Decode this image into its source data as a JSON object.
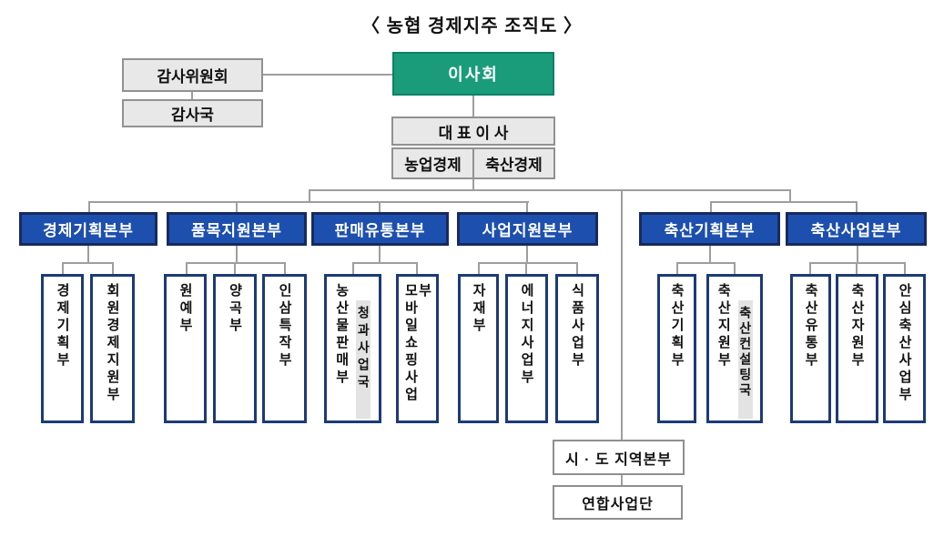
{
  "title": "〈 농협 경제지주 조직도 〉",
  "top": {
    "board": "이사회",
    "audit_committee": "감사위원회",
    "audit_bureau": "감사국",
    "ceo": "대 표 이 사",
    "agri_economy": "농업경제",
    "livestock_economy": "축산경제"
  },
  "divisions": [
    {
      "label": "경제기획본부",
      "departments": [
        {
          "name": "경제기획부"
        },
        {
          "name": "회원경제지원부"
        }
      ]
    },
    {
      "label": "품목지원본부",
      "departments": [
        {
          "name": "원예부"
        },
        {
          "name": "양곡부"
        },
        {
          "name": "인삼특작부"
        }
      ]
    },
    {
      "label": "판매유통본부",
      "departments": [
        {
          "name": "농산물판매부",
          "sub": "청과사업국"
        },
        {
          "name": "모바일쇼핑사업부"
        }
      ]
    },
    {
      "label": "사업지원본부",
      "departments": [
        {
          "name": "자재부"
        },
        {
          "name": "에너지사업부"
        },
        {
          "name": "식품사업부"
        }
      ]
    },
    {
      "label": "축산기획본부",
      "departments": [
        {
          "name": "축산기획부"
        },
        {
          "name": "축산지원부",
          "sub": "축산컨설팅국"
        }
      ]
    },
    {
      "label": "축산사업본부",
      "departments": [
        {
          "name": "축산유통부"
        },
        {
          "name": "축산자원부"
        },
        {
          "name": "안심축산사업부"
        }
      ]
    }
  ],
  "bottom": {
    "regional_hq": "시 · 도 지역본부",
    "federation": "연합사업단"
  },
  "colors": {
    "board_green": "#1a9c7a",
    "division_blue": "#1d4fae",
    "dept_border_navy": "#1c3a78",
    "gray_box_fill": "#e8e8e8",
    "sub_unit_gray": "#e3e3e3",
    "line_gray": "#9e9e9e"
  }
}
